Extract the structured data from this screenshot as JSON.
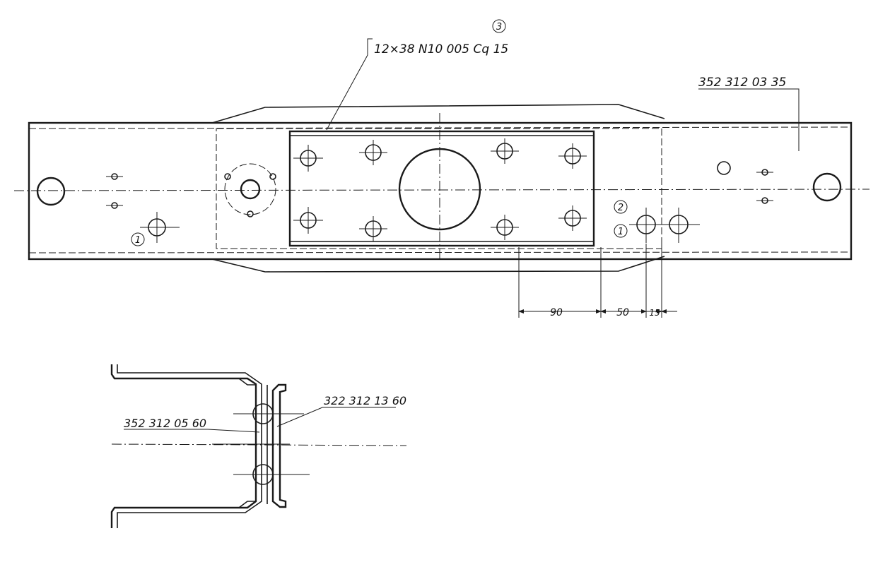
{
  "drawing": {
    "part_callouts": {
      "bolt_spec": "12×38 N10 005 Cq 15",
      "bolt_item": "3",
      "top_right_part": "352 312 03 35",
      "left_hole_item": "1",
      "right_hole_item_upper": "2",
      "right_hole_item_lower": "1"
    },
    "dimensions": {
      "d1": "90",
      "d2": "50",
      "d3": "15"
    },
    "section_callouts": {
      "inner_channel": "352 312 05 60",
      "outer_channel": "322 312 13 60"
    }
  }
}
